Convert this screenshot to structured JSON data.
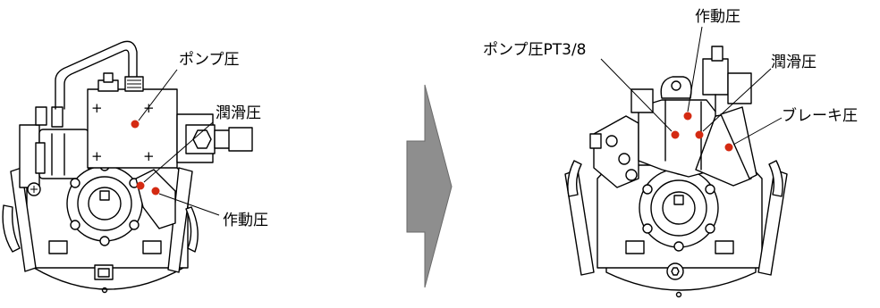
{
  "before": {
    "labels": {
      "pump_pressure": "ポンプ圧",
      "lubrication_pressure": "潤滑圧",
      "operating_pressure": "作動圧"
    }
  },
  "after": {
    "labels": {
      "operating_pressure": "作動圧",
      "pump_pressure_port": "ポンプ圧PT3/8",
      "lubrication_pressure": "潤滑圧",
      "brake_pressure": "ブレーキ圧"
    }
  },
  "colors": {
    "port_dot": "#d42a12",
    "arrow_fill": "#8e8e8e",
    "line": "#000000"
  }
}
